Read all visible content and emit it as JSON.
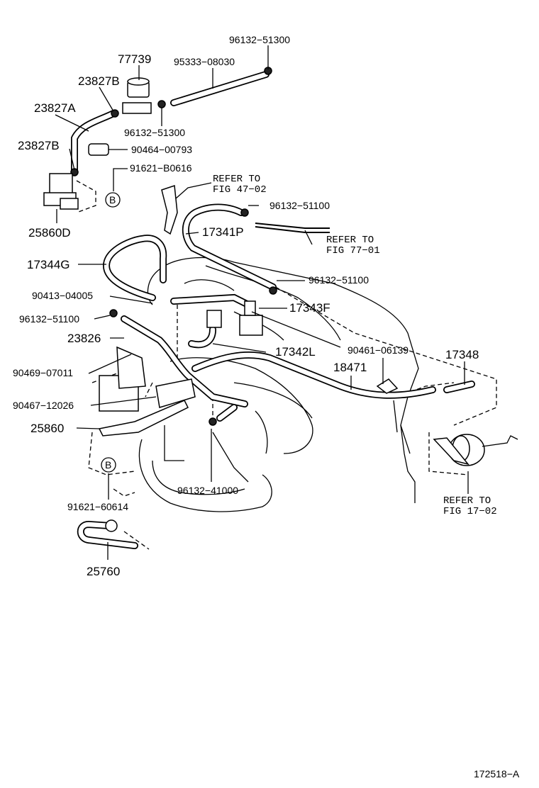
{
  "diagram": {
    "labels": {
      "p96132_51300_a": "96132−51300",
      "p77739": "77739",
      "p95333_08030": "95333−08030",
      "p23827B_a": "23827B",
      "p23827A": "23827A",
      "p96132_51300_b": "96132−51300",
      "p23827B_b": "23827B",
      "p90464_00793": "90464−00793",
      "p91621_B0616": "91621−B0616",
      "callout_B_top": "B",
      "p25860D": "25860D",
      "refer_47_line1": "REFER TO",
      "refer_47_line2": "FIG 47−02",
      "p96132_51100_a": "96132−51100",
      "p17341P": "17341P",
      "refer_77_line1": "REFER TO",
      "refer_77_line2": "FIG 77−01",
      "p17344G": "17344G",
      "p96132_51100_b": "96132−51100",
      "p90413_04005": "90413−04005",
      "p17343F": "17343F",
      "p96132_51100_c": "96132−51100",
      "p23826": "23826",
      "p17342L": "17342L",
      "p90461_06139": "90461−06139",
      "p17348": "17348",
      "p90469_07011": "90469−07011",
      "p18471": "18471",
      "p90467_12026": "90467−12026",
      "p25860": "25860",
      "callout_B_bottom": "B",
      "refer_17_line1": "REFER TO",
      "refer_17_line2": "FIG 17−02",
      "p96132_41000": "96132−41000",
      "p91621_60614": "91621−60614",
      "p25760": "25760",
      "figure_number": "172518−A"
    }
  }
}
